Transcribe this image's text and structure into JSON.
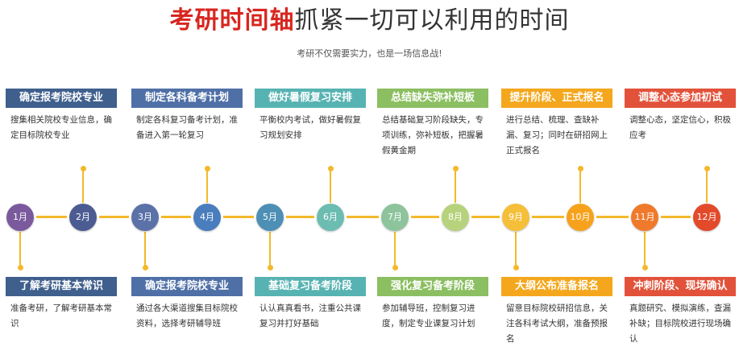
{
  "header": {
    "title_red": "考研时间轴",
    "title_rest": "抓紧一切可以利用的时间",
    "subtitle": "考研不仅需要实力，也是一场信息战!"
  },
  "colors": {
    "line": "#f3b92a",
    "title_red": "#d8261f"
  },
  "top_stages": [
    {
      "label": "确定报考院校专业",
      "desc": "搜集相关院校专业信息，确定目标院校专业",
      "color": "#3f5f8d"
    },
    {
      "label": "制定各科备考计划",
      "desc": "制定各科复习备考计划，准备进入第一轮复习",
      "color": "#4f70a7"
    },
    {
      "label": "做好暑假复习安排",
      "desc": "平衡校内考试，做好暑假复习规划安排",
      "color": "#57b3b2"
    },
    {
      "label": "总结缺失弥补短板",
      "desc": "总结基础复习阶段缺失，专项训练，弥补短板，把握暑假黄金期",
      "color": "#8bbf61"
    },
    {
      "label": "提升阶段、正式报名",
      "desc": "进行总结、梳理、查缺补漏、复习；同时在研招网上正式报名",
      "color": "#f4a71d"
    },
    {
      "label": "调整心态参加初试",
      "desc": "调整心态，坚定信心，积极应考",
      "color": "#e2523a"
    }
  ],
  "bottom_stages": [
    {
      "label": "了解考研基本常识",
      "desc": "准备考研，了解考研基本常识",
      "color": "#3f5f8d"
    },
    {
      "label": "确定报考院校专业",
      "desc": "通过各大渠道搜集目标院校资料，选择考研辅导班",
      "color": "#4f70a7"
    },
    {
      "label": "基础复习备考阶段",
      "desc": "认认真真看书，注重公共课复习并打好基础",
      "color": "#57b3b2"
    },
    {
      "label": "强化复习备考阶段",
      "desc": "参加辅导班，控制复习进度，制定专业课复习计划",
      "color": "#8bbf61"
    },
    {
      "label": "大纲公布准备报名",
      "desc": "留意目标院校研招信息，关注各科考试大纲，准备预报名",
      "color": "#f4a71d"
    },
    {
      "label": "冲刺阶段、现场确认",
      "desc": "真题研究、模拟演练，查漏补缺；目标院校进行现场确认",
      "color": "#e2523a"
    }
  ],
  "months": [
    {
      "label": "1月",
      "color": "#7a5a9c"
    },
    {
      "label": "2月",
      "color": "#4c5c92"
    },
    {
      "label": "3月",
      "color": "#5b72a8"
    },
    {
      "label": "4月",
      "color": "#4a7dbd"
    },
    {
      "label": "5月",
      "color": "#4e8fb5"
    },
    {
      "label": "6月",
      "color": "#6cbcb2"
    },
    {
      "label": "7月",
      "color": "#8ec49c"
    },
    {
      "label": "8月",
      "color": "#b7d27c"
    },
    {
      "label": "9月",
      "color": "#f5bf3a"
    },
    {
      "label": "10月",
      "color": "#f6a21d"
    },
    {
      "label": "11月",
      "color": "#ef7a2c"
    },
    {
      "label": "12月",
      "color": "#e24a2a"
    }
  ]
}
